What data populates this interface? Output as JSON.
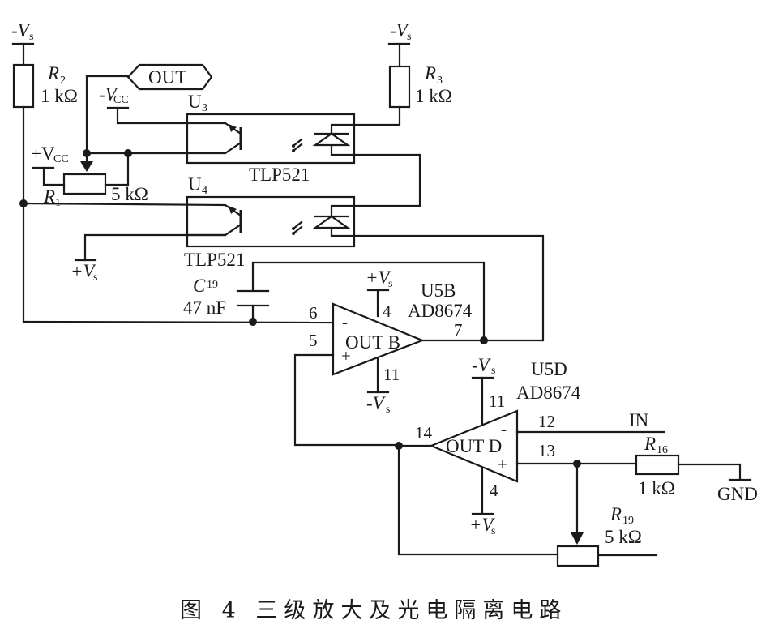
{
  "caption": "图 4   三级放大及光电隔离电路",
  "labels": {
    "neg_vs": "-V",
    "pos_vs": "+V",
    "vs_sub": "s",
    "neg_vcc": "-V",
    "pos_vcc": "+V",
    "vcc_sub": "CC",
    "out_port": "OUT",
    "in_label": "IN",
    "gnd_label": "GND"
  },
  "components": {
    "R2": {
      "name": "R",
      "sub": "2",
      "value": "1 kΩ"
    },
    "R3": {
      "name": "R",
      "sub": "3",
      "value": "1 kΩ"
    },
    "R1": {
      "name": "R",
      "sub": "1",
      "value": "5 kΩ"
    },
    "R16": {
      "name": "R",
      "sub": "16",
      "value": "1 kΩ"
    },
    "R19": {
      "name": "R",
      "sub": "19",
      "value": "5 kΩ"
    },
    "C19": {
      "name": "C",
      "sub": "19",
      "value": "47 nF"
    },
    "U3": {
      "name": "U",
      "sub": "3",
      "part": "TLP521"
    },
    "U4": {
      "name": "U",
      "sub": "4",
      "part": "TLP521"
    },
    "U5B": {
      "name": "U5B",
      "part": "AD8674",
      "out_label": "OUT B",
      "pins": {
        "inv": "6",
        "noninv": "5",
        "out": "7",
        "vpos": "4",
        "vneg": "11"
      },
      "inv_sign": "-",
      "noninv_sign": "+"
    },
    "U5D": {
      "name": "U5D",
      "part": "AD8674",
      "out_label": "OUT D",
      "pins": {
        "inv": "12",
        "noninv": "13",
        "out": "14",
        "vneg": "11",
        "vpos": "4"
      },
      "inv_sign": "-",
      "noninv_sign": "+"
    }
  }
}
